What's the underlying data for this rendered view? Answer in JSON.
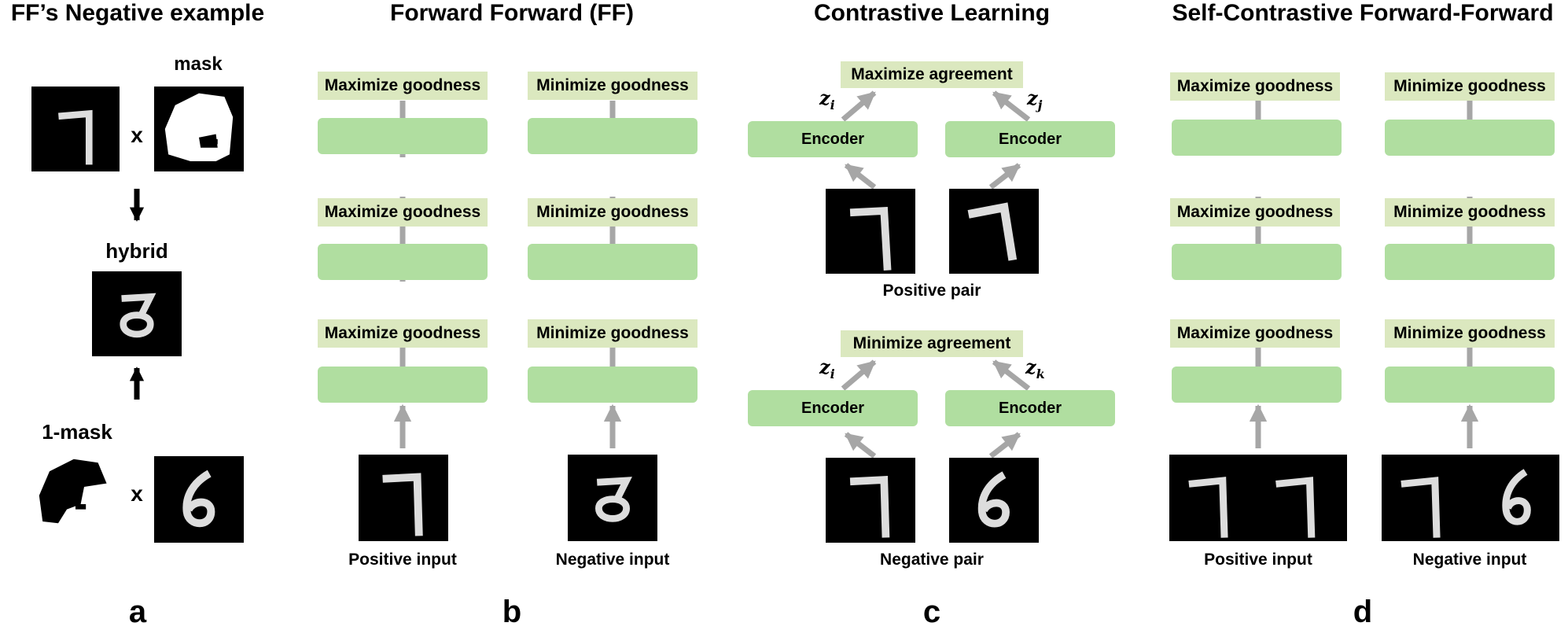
{
  "panels": {
    "a": {
      "title": "FF’s Negative example",
      "mask_label": "mask",
      "hybrid_label": "hybrid",
      "inv_mask_label": "1-mask",
      "times": "x",
      "letter": "a"
    },
    "b": {
      "title": "Forward Forward (FF)",
      "positive_goal": "Maximize goodness",
      "negative_goal": "Minimize goodness",
      "positive_caption": "Positive input",
      "negative_caption": "Negative input",
      "letter": "b"
    },
    "c": {
      "title": "Contrastive Learning",
      "max_agreement": "Maximize agreement",
      "min_agreement": "Minimize agreement",
      "encoder_label": "Encoder",
      "z_symbol": "z",
      "z_i_sub": "i",
      "z_j_sub": "j",
      "z_k_sub": "k",
      "positive_pair_caption": "Positive pair",
      "negative_pair_caption": "Negative pair",
      "letter": "c"
    },
    "d": {
      "title": "Self-Contrastive Forward-Forward",
      "positive_goal": "Maximize goodness",
      "negative_goal": "Minimize goodness",
      "positive_caption": "Positive input",
      "negative_caption": "Negative input",
      "letter": "d"
    }
  },
  "colors": {
    "label_bg": "#dbe8bf",
    "block_bg": "#b0dea0",
    "arrow_gray": "#a6a6a6",
    "black": "#000000"
  }
}
